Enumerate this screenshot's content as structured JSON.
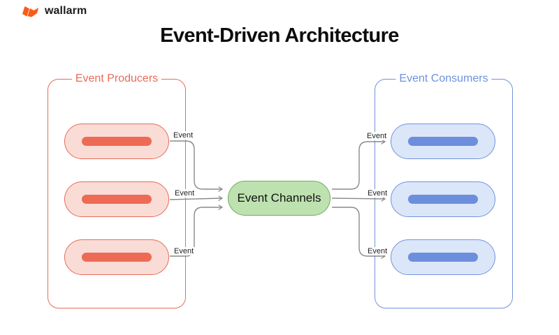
{
  "logo": {
    "text": "wallarm",
    "icon": "wallarm-flag-icon",
    "brand_color": "#fb5a17"
  },
  "title": "Event-Driven Architecture",
  "diagram": {
    "producers": {
      "label": "Event Producers",
      "node_count": 3,
      "accent_color": "#e66c59",
      "fill_color": "#fadcd6",
      "bar_color": "#ed6b55"
    },
    "channels": {
      "label": "Event Channels",
      "fill_color": "#bee2af",
      "border_color": "#72a95d"
    },
    "consumers": {
      "label": "Event Consumers",
      "node_count": 3,
      "accent_color": "#6d92e0",
      "fill_color": "#dbe6f9",
      "bar_color": "#6d8edd"
    },
    "arrow_color": "#8a8a8a",
    "edge_labels": [
      "Event",
      "Event",
      "Event",
      "Event",
      "Event",
      "Event"
    ]
  }
}
